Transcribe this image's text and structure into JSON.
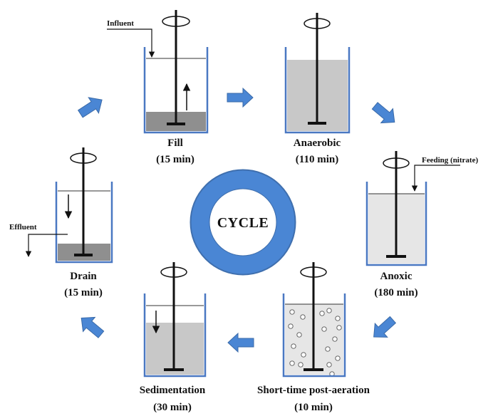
{
  "center": {
    "label": "CYCLE"
  },
  "stages": [
    {
      "id": "fill",
      "name": "Fill",
      "duration": "(15 min)"
    },
    {
      "id": "anaerobic",
      "name": "Anaerobic",
      "duration": "(110 min)"
    },
    {
      "id": "anoxic",
      "name": "Anoxic",
      "duration": "(180 min)"
    },
    {
      "id": "aeration",
      "name": "Short-time post-aeration",
      "duration": "(10 min)"
    },
    {
      "id": "sedimentation",
      "name": "Sedimentation",
      "duration": "(30 min)"
    },
    {
      "id": "drain",
      "name": "Drain",
      "duration": "(15 min)"
    }
  ],
  "flows": {
    "influent": "Influent",
    "feeding": "Feeding (nitrate)",
    "effluent": "Effluent"
  },
  "colors": {
    "tank_outline": "#4a78c2",
    "arrow_fill": "#4a86d4",
    "ring": "#4a86d4",
    "sludge": "#8f8f8f",
    "liquid_gray": "#c8c8c8",
    "liquid_light": "#e6e6e6"
  }
}
